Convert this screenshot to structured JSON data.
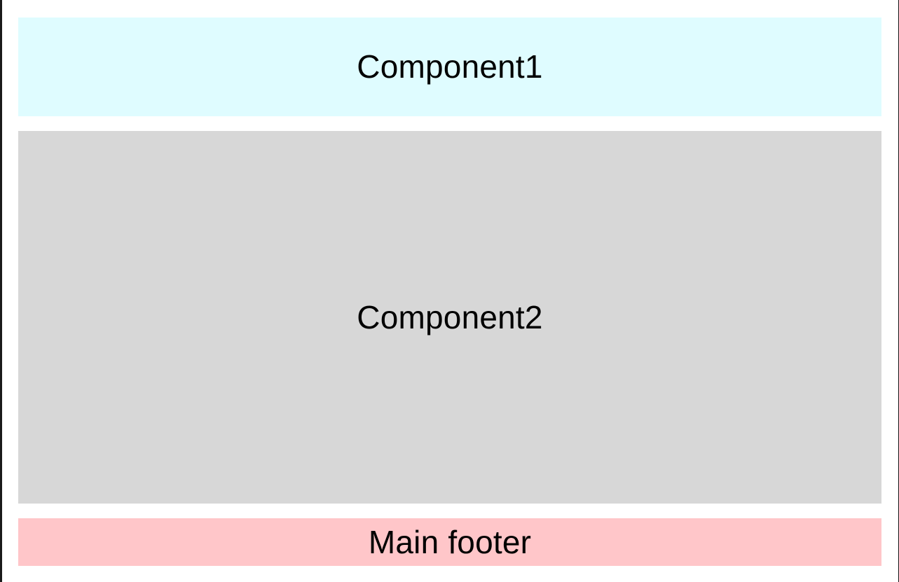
{
  "page": {
    "background_color": "#ffffff",
    "frame_border_color": "#1a1a1a"
  },
  "layout": {
    "blocks": [
      {
        "id": "component-1",
        "label": "Component1",
        "background_color": "#dffcff",
        "role": "header-region"
      },
      {
        "id": "component-2",
        "label": "Component2",
        "background_color": "#d7d7d7",
        "role": "body-region"
      },
      {
        "id": "main-footer",
        "label": "Main footer",
        "background_color": "#ffc6c9",
        "role": "footer-region"
      }
    ]
  }
}
